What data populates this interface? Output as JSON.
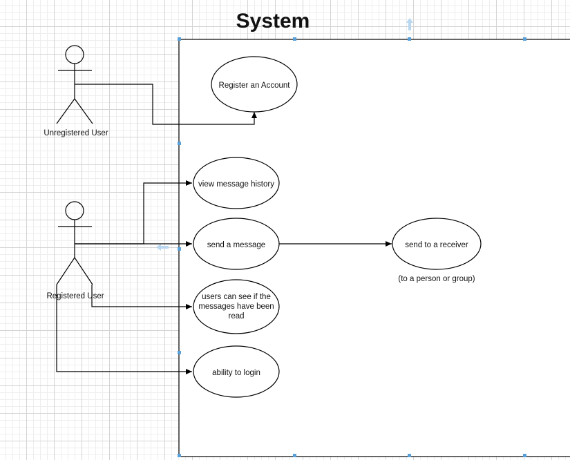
{
  "system": {
    "title": "System"
  },
  "actors": {
    "unregistered": "Unregistered User",
    "registered": "Registered User"
  },
  "use_cases": {
    "register": "Register an Account",
    "view_history": "view message history",
    "send_message": "send a message",
    "read_receipts": [
      "users can see if the",
      "messages have been",
      "read"
    ],
    "login": "ability to login",
    "send_receiver": "send to a receiver"
  },
  "notes": {
    "receiver_note": "(to a person or group)"
  }
}
